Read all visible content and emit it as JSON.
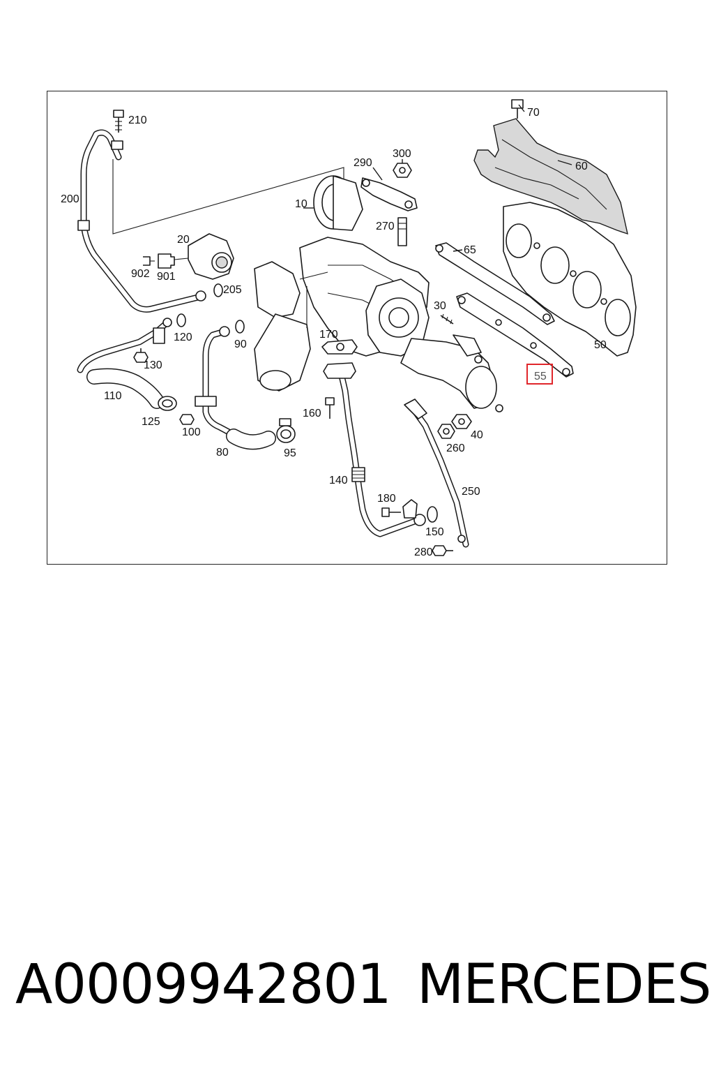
{
  "diagram": {
    "callouts": {
      "c10": "10",
      "c20": "20",
      "c30": "30",
      "c40": "40",
      "c50": "50",
      "c55": "55",
      "c60": "60",
      "c65": "65",
      "c70": "70",
      "c80": "80",
      "c90": "90",
      "c95": "95",
      "c100": "100",
      "c110": "110",
      "c120": "120",
      "c125": "125",
      "c130": "130",
      "c140": "140",
      "c150": "150",
      "c160": "160",
      "c170": "170",
      "c180": "180",
      "c200": "200",
      "c205": "205",
      "c210": "210",
      "c250": "250",
      "c260": "260",
      "c270": "270",
      "c280": "280",
      "c290": "290",
      "c300": "300",
      "c901": "901",
      "c902": "902"
    },
    "highlight_color": "#e0262b"
  },
  "footer": {
    "part_number": "A0009942801",
    "brand": "MERCEDES"
  }
}
